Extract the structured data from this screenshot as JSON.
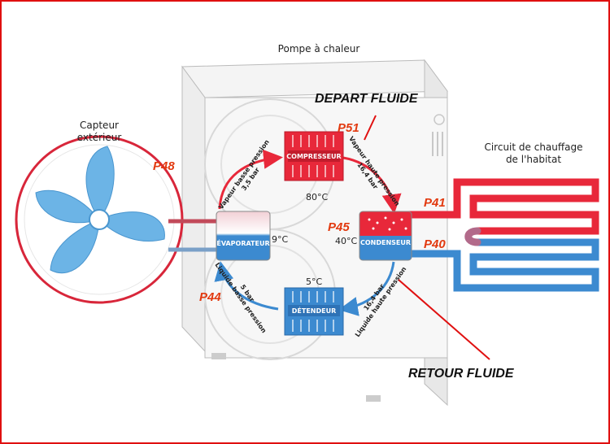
{
  "title": "Pompe à chaleur",
  "outdoor_label": [
    "Capteur",
    "extérieur"
  ],
  "heating_label": [
    "Circuit de chauffage",
    "de l'habitat"
  ],
  "components": {
    "compressor": "COMPRESSEUR",
    "condenser": "CONDENSEUR",
    "expander": "DÉTENDEUR",
    "evaporator": "ÉVAPORATEUR"
  },
  "temperatures": {
    "compressor": "80°C",
    "condenser": "40°C",
    "expander": "5°C",
    "evaporator": "9°C"
  },
  "pressure_labels": {
    "top_left": [
      "Vapeur basse pression",
      "3,5 bar"
    ],
    "top_right": [
      "Vapeur haute pression",
      "16,4 bar"
    ],
    "bottom_right": [
      "16,4 bar",
      "Liquide haute pression"
    ],
    "bottom_left": [
      "5 bar",
      "Liquide basse pression"
    ]
  },
  "points": {
    "p51": "P51",
    "p48": "P48",
    "p45": "P45",
    "p41": "P41",
    "p40": "P40",
    "p44": "P44"
  },
  "fluid_labels": {
    "depart": "DEPART FLUIDE",
    "retour": "RETOUR FLUIDE"
  },
  "colors": {
    "hot": "#e8283a",
    "cold": "#3c8ad0",
    "fan": "#6cb4e6",
    "point_label": "#e23a10",
    "frame": "#e01010"
  }
}
